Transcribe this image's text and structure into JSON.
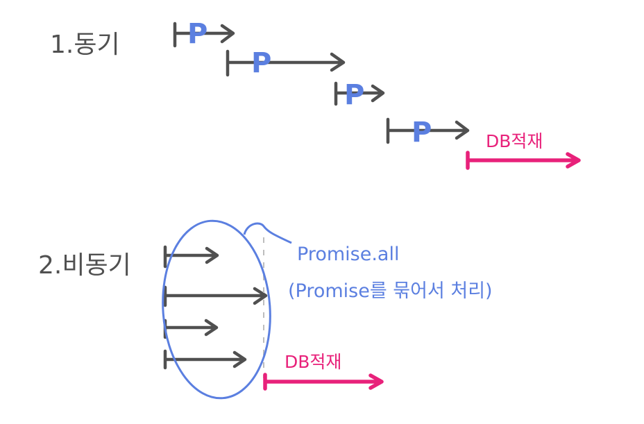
{
  "colors": {
    "ink": "#505050",
    "blue": "#5b7fe0",
    "pink": "#e8217a"
  },
  "section1": {
    "title": "1.동기",
    "promise_marker": "P",
    "db_label": "DB적재"
  },
  "section2": {
    "title": "2.비동기",
    "annotation_line1": "Promise.all",
    "annotation_line2": "(Promise를 묶어서 처리)",
    "db_label": "DB적재"
  }
}
